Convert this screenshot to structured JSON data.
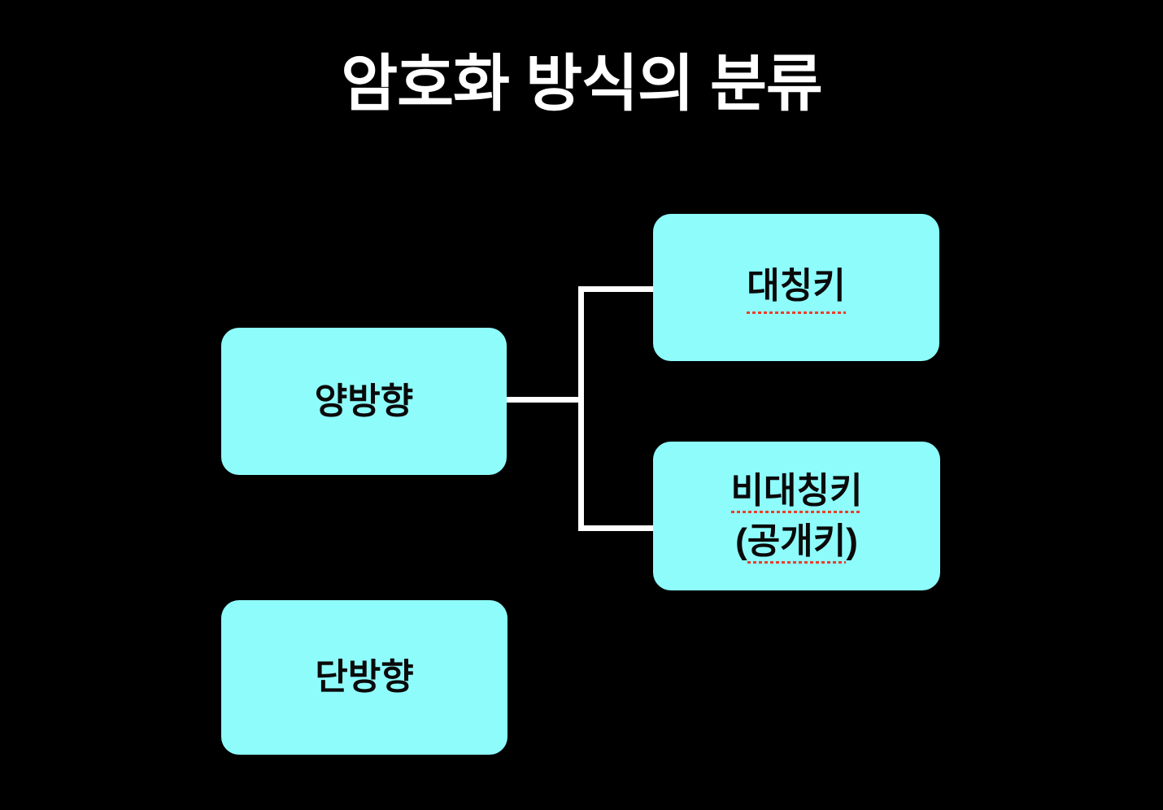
{
  "title": "암호화 방식의 분류",
  "colors": {
    "background": "#000000",
    "node_fill": "#8ffcfc",
    "node_text": "#0a0a0a",
    "connector": "#ffffff",
    "underline": "#e8402a",
    "title_color": "#ffffff"
  },
  "nodes": {
    "bidirectional": {
      "label": "양방향"
    },
    "symmetric": {
      "label": "대칭키"
    },
    "asymmetric": {
      "line1": "비대칭키",
      "line2_open": "(",
      "line2_text": "공개키",
      "line2_close": ")"
    },
    "oneway": {
      "label": "단방향"
    }
  },
  "structure": {
    "type": "tree-diagram",
    "edges": [
      {
        "from": "양방향",
        "to": "대칭키"
      },
      {
        "from": "양방향",
        "to": "비대칭키 (공개키)"
      }
    ],
    "unconnected_nodes": [
      "단방향"
    ]
  }
}
